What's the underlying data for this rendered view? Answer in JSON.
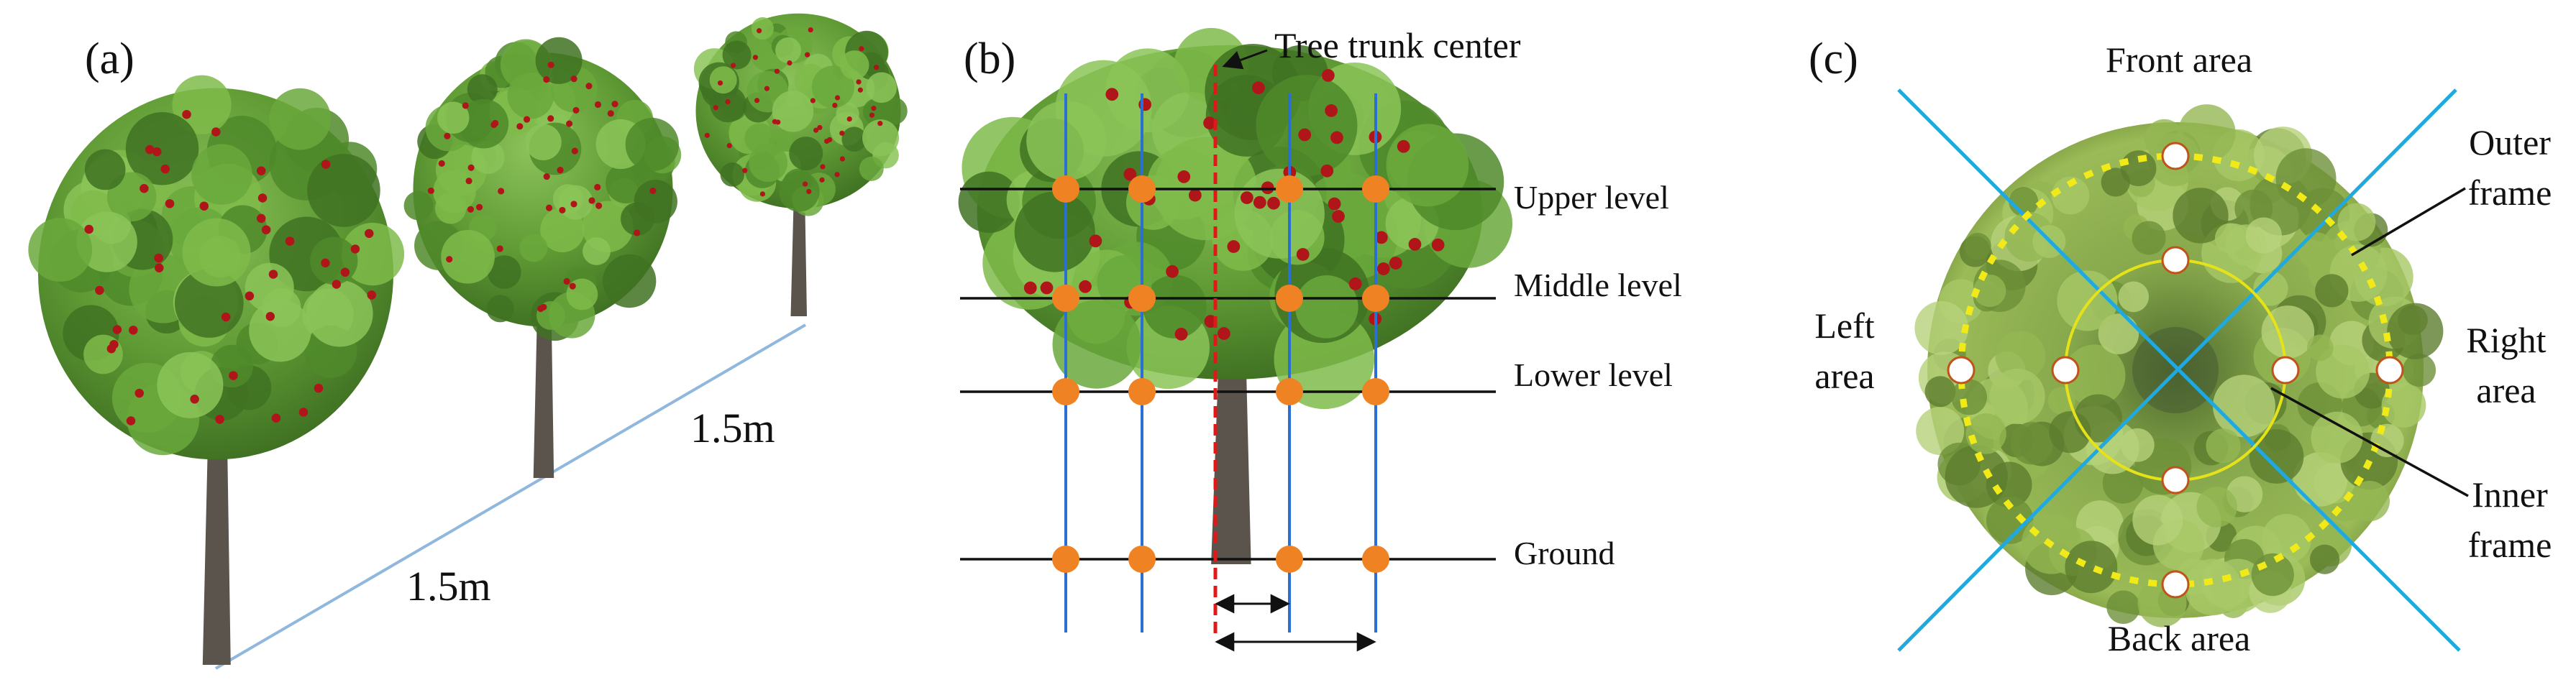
{
  "panel_a": {
    "label": "(a)",
    "spacing_near": "1.5m",
    "spacing_far": "1.5m",
    "colors": {
      "foliage": "#5f9a34",
      "fruit": "#b0151a",
      "trunk": "#5a544c",
      "row_line": "#8fb8dc"
    }
  },
  "panel_b": {
    "label": "(b)",
    "trunk_center_label": "Tree trunk center",
    "levels": [
      "Upper level",
      "Middle level",
      "Lower level",
      "Ground"
    ],
    "colors": {
      "sample_point": "#ef8222",
      "vertical_line": "#2a6fd1",
      "trunk_center_line": "#e01818"
    }
  },
  "panel_c": {
    "label": "(c)",
    "front": "Front area",
    "back": "Back area",
    "left": [
      "Left",
      "area"
    ],
    "right": [
      "Right",
      "area"
    ],
    "outer_frame": [
      "Outer",
      "frame"
    ],
    "inner_frame": [
      "Inner",
      "frame"
    ],
    "colors": {
      "canopy": "#7ea044",
      "outer_frame": "#f2ea18",
      "inner_frame": "#e6e21a",
      "sector_line": "#1fa9df",
      "sample_point": "#ffffff"
    }
  }
}
